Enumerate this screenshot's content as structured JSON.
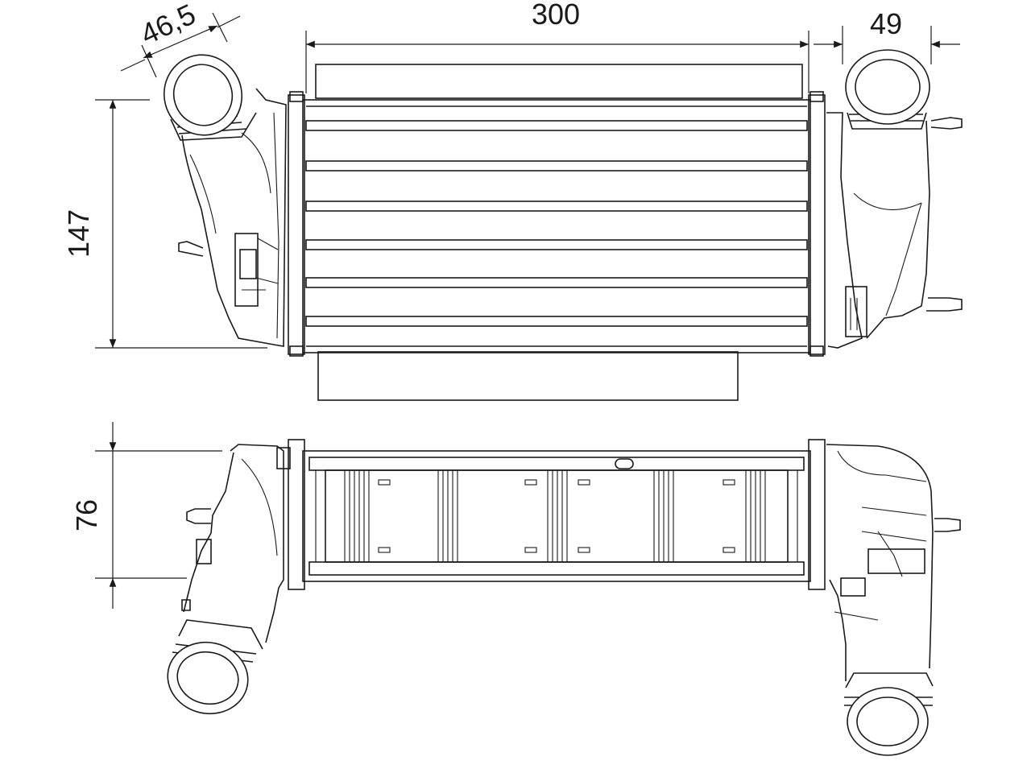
{
  "drawing": {
    "dimensions": {
      "inlet_diameter": "46,5",
      "core_width": "300",
      "outlet_offset": "49",
      "core_height": "147",
      "core_depth": "76"
    },
    "line_color": "#1a1a1a",
    "background_color": "#ffffff"
  }
}
